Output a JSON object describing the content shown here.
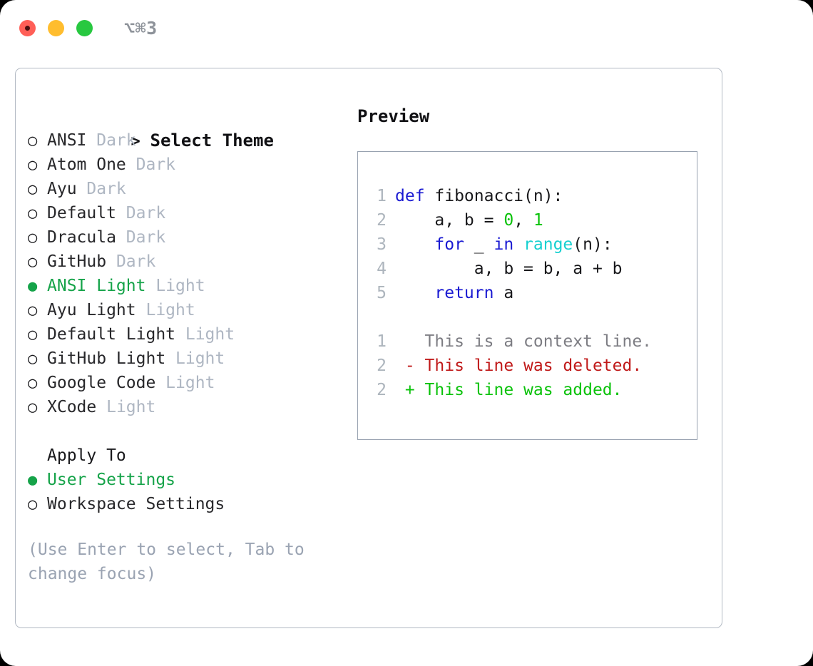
{
  "window": {
    "traffic_lights": [
      "close-red",
      "minimize-yellow",
      "maximize-green"
    ],
    "shortcut_label": "⌥⌘3"
  },
  "colors": {
    "accent_green": "#15a349",
    "muted_gray": "#aeb6c2",
    "hint_gray": "#9aa3b2",
    "keyword_blue": "#1a1ad2",
    "function_cyan": "#16d0d0",
    "number_green": "#0ac20a",
    "diff_deleted_red": "#c01919",
    "diff_added_green": "#0ac20a",
    "diff_context_gray": "#7d7d83",
    "linenumber_gray": "#adb5bd",
    "panel_border": "#b3bac4",
    "preview_border": "#98a2b0"
  },
  "theme_list": {
    "heading_caret": ">",
    "heading": "Select Theme",
    "marker_unselected": "○",
    "marker_selected": "●",
    "items": [
      {
        "name": "ANSI",
        "variant": "Dark",
        "selected": false
      },
      {
        "name": "Atom One",
        "variant": "Dark",
        "selected": false
      },
      {
        "name": "Ayu",
        "variant": "Dark",
        "selected": false
      },
      {
        "name": "Default",
        "variant": "Dark",
        "selected": false
      },
      {
        "name": "Dracula",
        "variant": "Dark",
        "selected": false
      },
      {
        "name": "GitHub",
        "variant": "Dark",
        "selected": false
      },
      {
        "name": "ANSI Light",
        "variant": "Light",
        "selected": true
      },
      {
        "name": "Ayu Light",
        "variant": "Light",
        "selected": false
      },
      {
        "name": "Default Light",
        "variant": "Light",
        "selected": false
      },
      {
        "name": "GitHub Light",
        "variant": "Light",
        "selected": false
      },
      {
        "name": "Google Code",
        "variant": "Light",
        "selected": false
      },
      {
        "name": "XCode",
        "variant": "Light",
        "selected": false
      }
    ]
  },
  "apply_to": {
    "label": "Apply To",
    "options": [
      {
        "name": "User Settings",
        "selected": true
      },
      {
        "name": "Workspace Settings",
        "selected": false
      }
    ]
  },
  "hint": "(Use Enter to select, Tab to change focus)",
  "preview": {
    "title": "Preview",
    "code_lines": [
      {
        "num": "1",
        "tokens": [
          {
            "t": "def",
            "c": "kw"
          },
          {
            "t": " fibonacci(n):",
            "c": "plain"
          }
        ]
      },
      {
        "num": "2",
        "tokens": [
          {
            "t": "    a, b = ",
            "c": "plain"
          },
          {
            "t": "0",
            "c": "num"
          },
          {
            "t": ", ",
            "c": "plain"
          },
          {
            "t": "1",
            "c": "num"
          }
        ]
      },
      {
        "num": "3",
        "tokens": [
          {
            "t": "    ",
            "c": "plain"
          },
          {
            "t": "for",
            "c": "kw"
          },
          {
            "t": " _ ",
            "c": "plain"
          },
          {
            "t": "in",
            "c": "kw"
          },
          {
            "t": " ",
            "c": "plain"
          },
          {
            "t": "range",
            "c": "fn"
          },
          {
            "t": "(n):",
            "c": "plain"
          }
        ]
      },
      {
        "num": "4",
        "tokens": [
          {
            "t": "        a, b = b, a + b",
            "c": "plain"
          }
        ]
      },
      {
        "num": "5",
        "tokens": [
          {
            "t": "    ",
            "c": "plain"
          },
          {
            "t": "return",
            "c": "kw"
          },
          {
            "t": " a",
            "c": "plain"
          }
        ]
      }
    ],
    "diff_lines": [
      {
        "num": "1",
        "marker": " ",
        "text": "This is a context line.",
        "kind": "context"
      },
      {
        "num": "2",
        "marker": "-",
        "text": "This line was deleted.",
        "kind": "deleted"
      },
      {
        "num": "2",
        "marker": "+",
        "text": "This line was added.",
        "kind": "added"
      }
    ]
  }
}
